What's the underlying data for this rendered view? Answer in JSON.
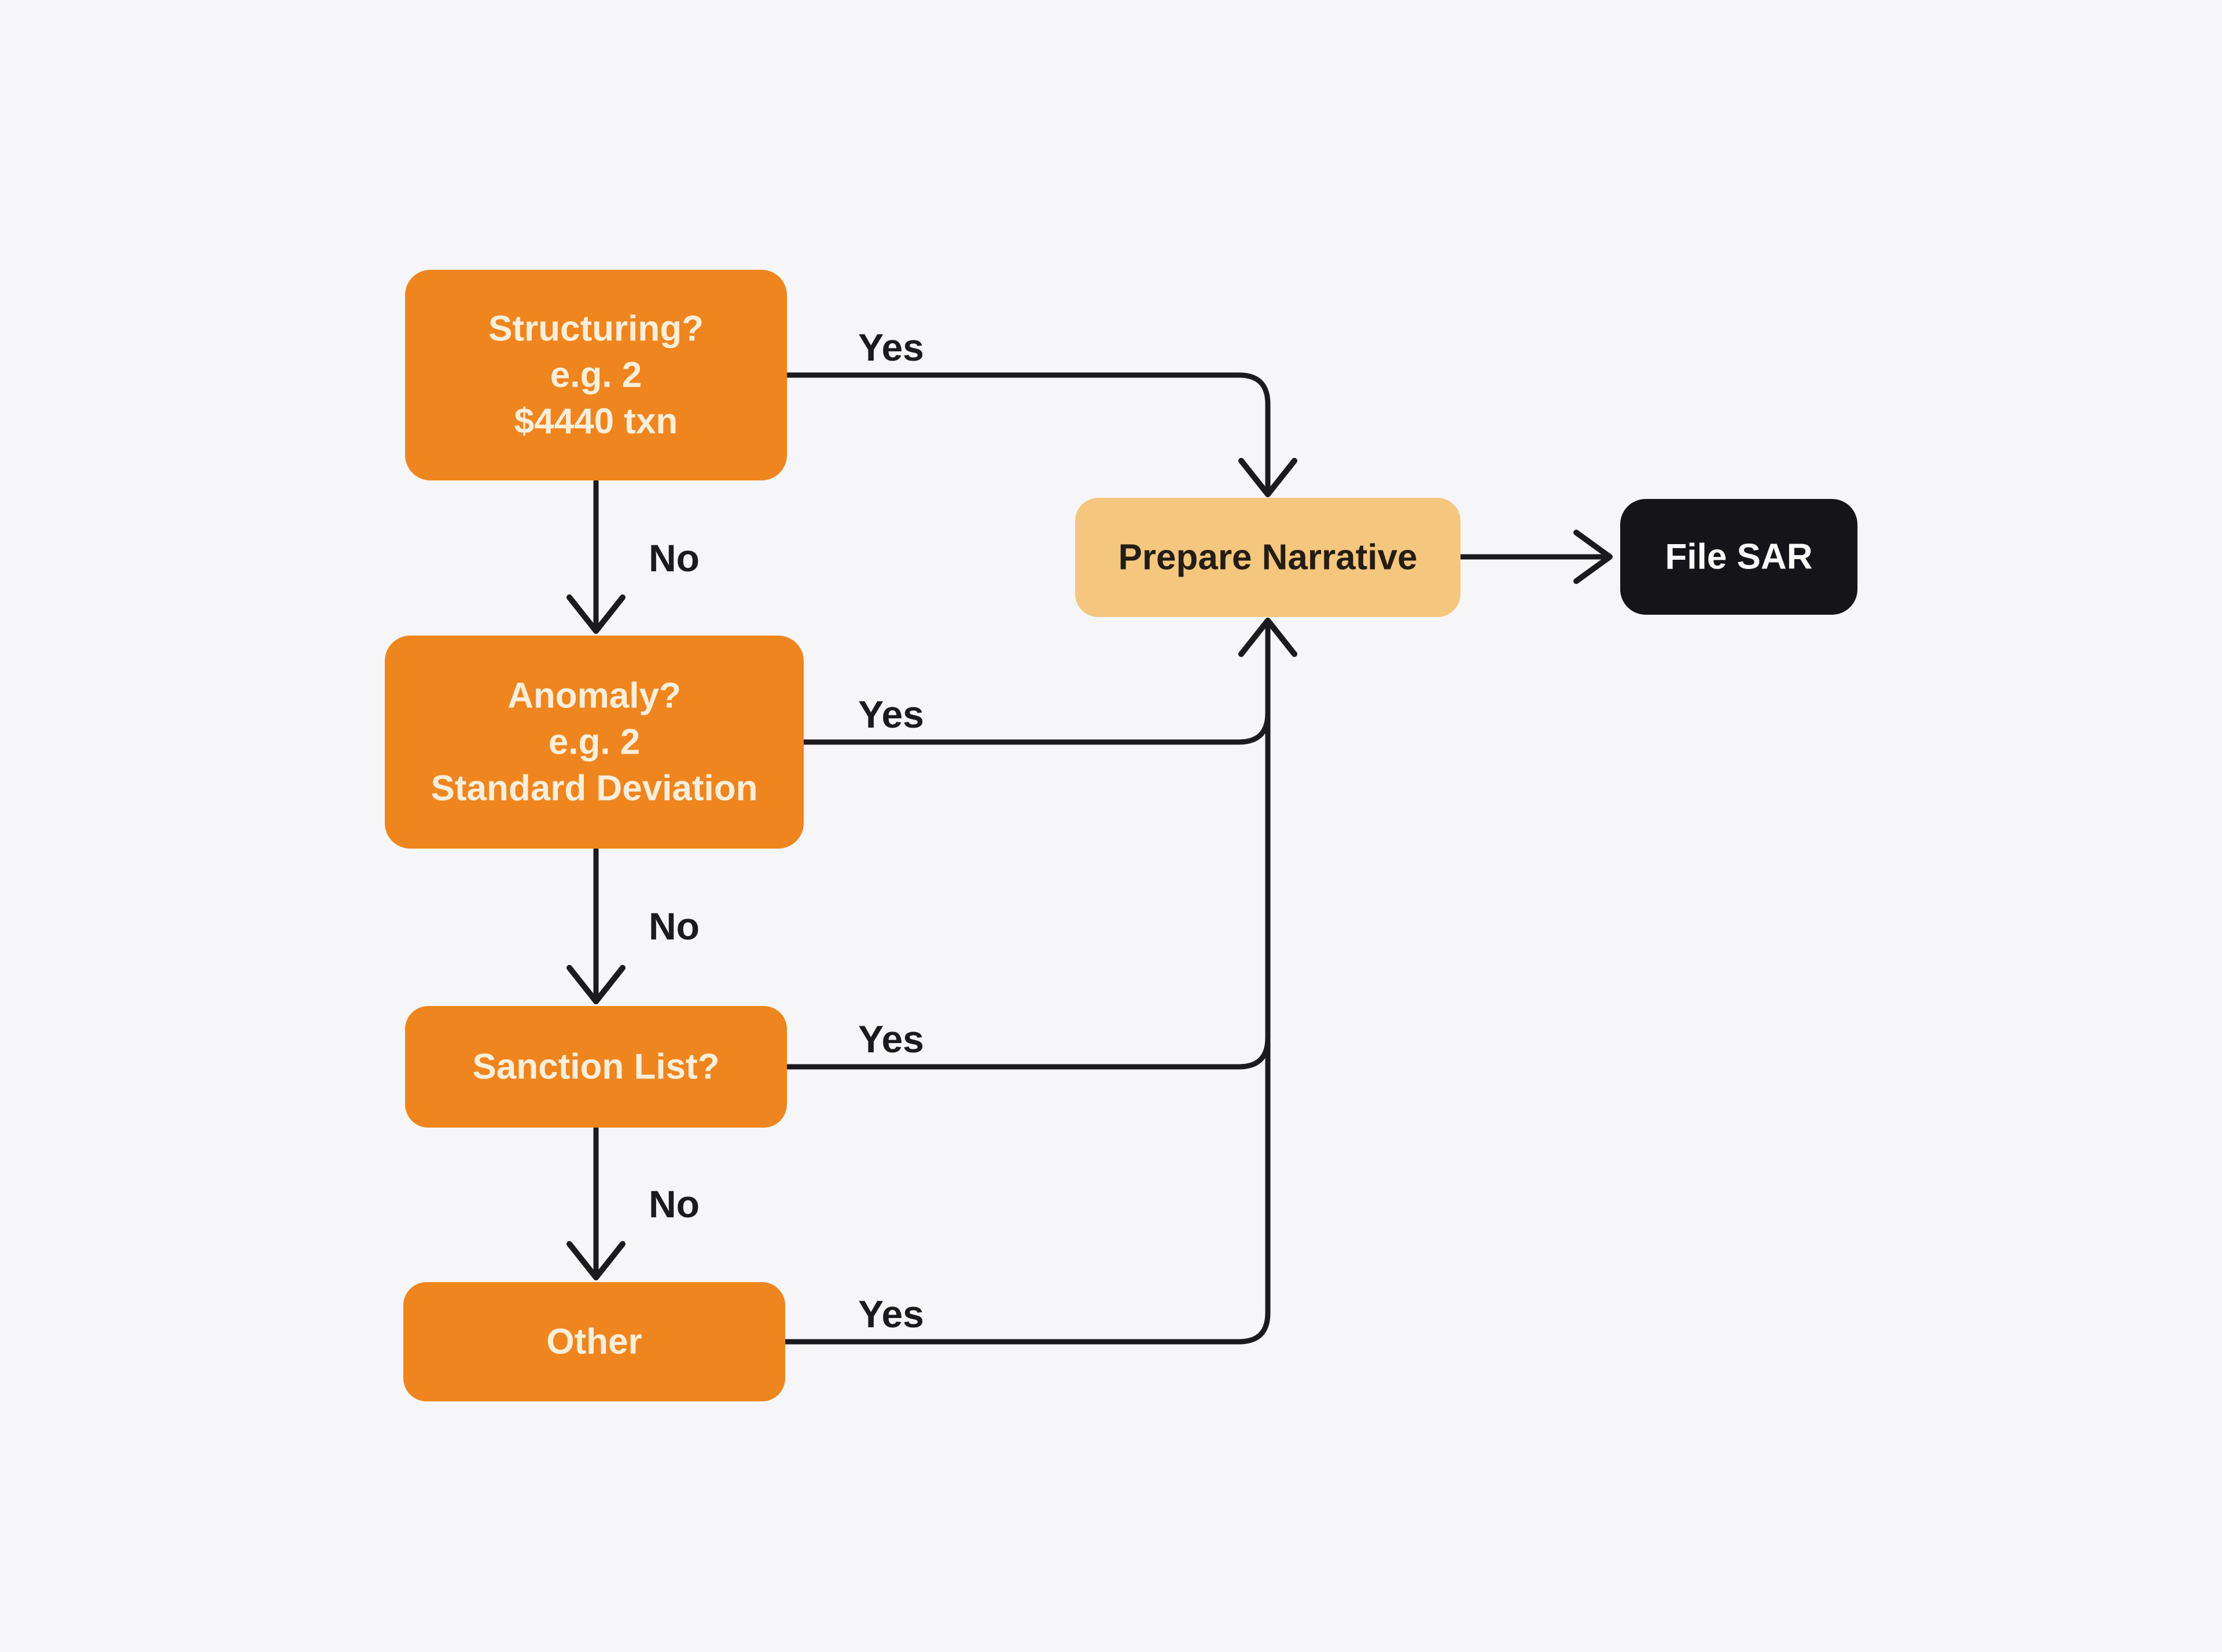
{
  "colors": {
    "background": "#F6F6F8",
    "node_orange": "#EF851F",
    "node_tan": "#F5C77E",
    "node_black": "#151519",
    "text_cream": "#FBEFDB",
    "text_dark": "#231D15",
    "text_white": "#FBFBFB",
    "line": "#1B1B1F"
  },
  "nodes": {
    "structuring": {
      "lines": [
        "Structuring?",
        "e.g. 2",
        "$4440 txn"
      ]
    },
    "anomaly": {
      "lines": [
        "Anomaly?",
        "e.g. 2",
        "Standard Deviation"
      ]
    },
    "sanction_list": {
      "label": "Sanction List?"
    },
    "other": {
      "label": "Other"
    },
    "prepare_narrative": {
      "label": "Prepare Narrative"
    },
    "file_sar": {
      "label": "File SAR"
    }
  },
  "edge_labels": {
    "structuring_yes": "Yes",
    "structuring_no": "No",
    "anomaly_yes": "Yes",
    "anomaly_no": "No",
    "sanction_yes": "Yes",
    "sanction_no": "No",
    "other_yes": "Yes"
  }
}
